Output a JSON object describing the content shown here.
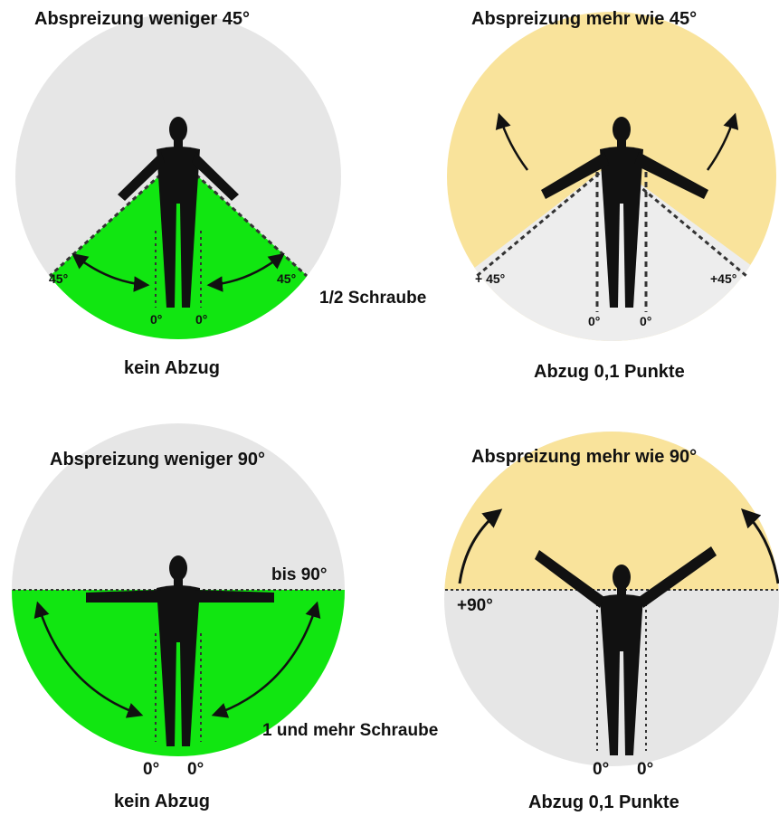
{
  "panels": [
    {
      "title": "Abspreizung weniger 45°",
      "caption": "kein Abzug",
      "angle_left": "45°",
      "angle_right": "45°",
      "zero_left": "0°",
      "zero_right": "0°"
    },
    {
      "title": "Abspreizung mehr wie 45°",
      "caption": "Abzug 0,1 Punkte",
      "angle_left": "+ 45°",
      "angle_right": "+45°",
      "zero_left": "0°",
      "zero_right": "0°"
    },
    {
      "title": "Abspreizung weniger 90°",
      "caption": "kein Abzug",
      "side_label": "bis 90°",
      "zero_left": "0°",
      "zero_right": "0°"
    },
    {
      "title": "Abspreizung mehr wie 90°",
      "caption": "Abzug 0,1 Punkte",
      "angle_left": "+90°",
      "zero_left": "0°",
      "zero_right": "0°"
    }
  ],
  "notes": {
    "half_screw": "1/2 Schraube",
    "one_screw": "1 und mehr Schraube"
  },
  "colors": {
    "green": "#11e611",
    "yellow": "#f9e39b",
    "grey": "#e6e6e6",
    "figure": "#111111"
  }
}
